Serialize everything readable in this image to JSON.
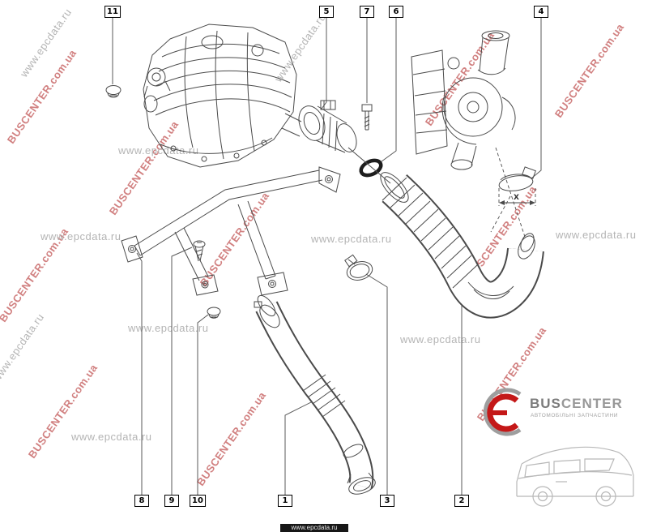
{
  "watermarks": {
    "buscenter": "BUSCENTER.com.ua",
    "epcdata": "www.epcdata.ru"
  },
  "callouts": {
    "top": [
      {
        "label": "11"
      },
      {
        "label": "5"
      },
      {
        "label": "7"
      },
      {
        "label": "6"
      },
      {
        "label": "4"
      }
    ],
    "bottom": [
      {
        "label": "8"
      },
      {
        "label": "9"
      },
      {
        "label": "10"
      },
      {
        "label": "1"
      },
      {
        "label": "3"
      },
      {
        "label": "2"
      }
    ]
  },
  "diagram": {
    "dimension_label": "X"
  },
  "logo": {
    "brand_bus": "BUS",
    "brand_center": "CENTER",
    "tagline": "АВТОМОБІЛЬНІ ЗАПЧАСТИНИ"
  },
  "colors": {
    "watermark_red": "#c96a6a",
    "watermark_gray": "#b4b4b4",
    "line": "#4a4a4a",
    "logo_red": "#c41818",
    "logo_gray": "#8d8d8d"
  }
}
